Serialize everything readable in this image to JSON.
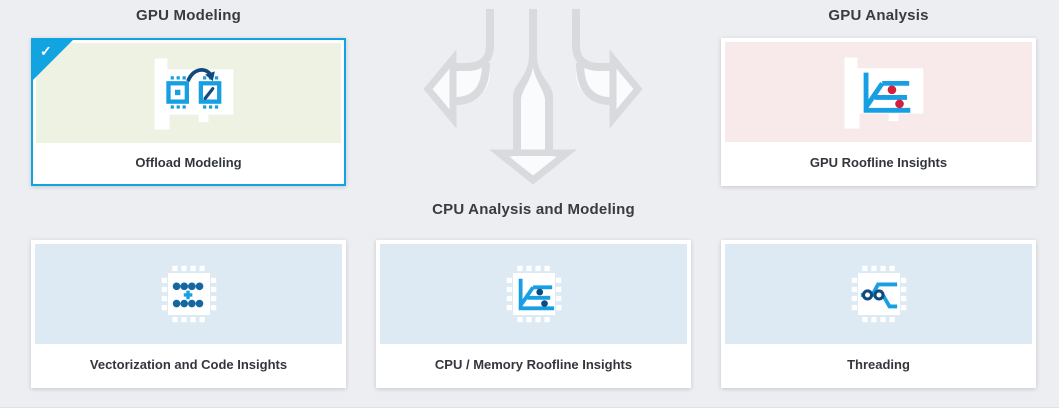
{
  "sections": {
    "gpu_modeling": {
      "title": "GPU Modeling"
    },
    "gpu_analysis": {
      "title": "GPU Analysis"
    },
    "cpu": {
      "title": "CPU Analysis and Modeling"
    }
  },
  "cards": {
    "offload_modeling": {
      "label": "Offload Modeling",
      "selected": true,
      "tint": "#edf2e3",
      "icon": "gpu-offload-modeling-icon"
    },
    "gpu_roofline": {
      "label": "GPU Roofline Insights",
      "selected": false,
      "tint": "#f8eaea",
      "icon": "gpu-roofline-icon"
    },
    "vectorization": {
      "label": "Vectorization and Code Insights",
      "selected": false,
      "tint": "#ddeaf3",
      "icon": "cpu-vectorization-icon"
    },
    "cpu_roofline": {
      "label": "CPU / Memory Roofline Insights",
      "selected": false,
      "tint": "#ddeaf3",
      "icon": "cpu-roofline-icon"
    },
    "threading": {
      "label": "Threading",
      "selected": false,
      "tint": "#ddeaf3",
      "icon": "cpu-threading-icon"
    }
  },
  "selected_card_check_glyph": "✓",
  "colors": {
    "background": "#eceef2",
    "accent_selected": "#12a4e0",
    "icon_bright_blue": "#189fe3",
    "icon_navy": "#114a7e",
    "icon_red": "#d21f3c",
    "arrow_gray": "#d8dade",
    "arrow_fill": "#fafbfc",
    "heading_text": "#383b41",
    "label_text": "#33363b"
  }
}
